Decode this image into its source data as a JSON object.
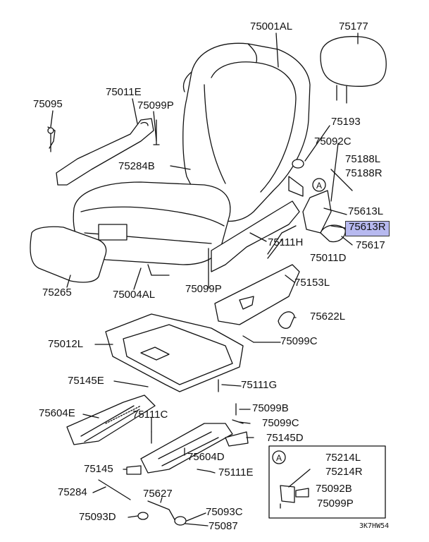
{
  "diagram_title_code": "3K7HW54",
  "highlighted_part": "75613R",
  "colors": {
    "highlight_bg": "#b7b9ef",
    "line": "#111111",
    "shading": "#e0e0e0"
  },
  "parts": {
    "p75001AL": "75001AL",
    "p75177": "75177",
    "p75095": "75095",
    "p75011E": "75011E",
    "p75099P_a": "75099P",
    "p75193": "75193",
    "p75092C": "75092C",
    "p75284B": "75284B",
    "p75188L": "75188L",
    "p75188R": "75188R",
    "p75613L": "75613L",
    "p75613R": "75613R",
    "p75617": "75617",
    "p75111H": "75111H",
    "p75011D": "75011D",
    "p75265": "75265",
    "p75004AL": "75004AL",
    "p75099P_b": "75099P",
    "p75153L": "75153L",
    "p75622L": "75622L",
    "p75012L": "75012L",
    "p75099C_a": "75099C",
    "p75145E": "75145E",
    "p75111G": "75111G",
    "p75604E": "75604E",
    "p75111C": "75111C",
    "p75099B": "75099B",
    "p75099C_b": "75099C",
    "p75145D": "75145D",
    "p75604D": "75604D",
    "p75145": "75145",
    "p75111E": "75111E",
    "p75284": "75284",
    "p75627": "75627",
    "p75093C": "75093C",
    "p75093D": "75093D",
    "p75087": "75087",
    "inset_A": "A",
    "inset_75214L": "75214L",
    "inset_75214R": "75214R",
    "inset_75092B": "75092B",
    "inset_75099P": "75099P",
    "callout_A": "A"
  }
}
